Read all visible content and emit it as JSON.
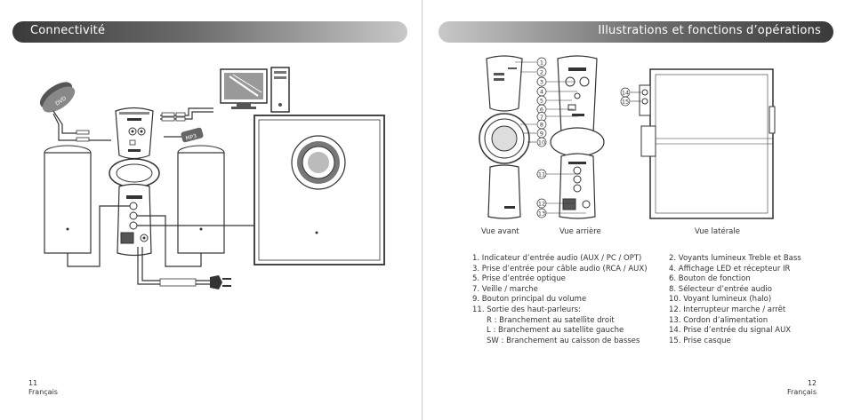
{
  "left_page": {
    "header_title": "Connectivité",
    "page_number": "11",
    "language": "Français",
    "diagram_labels": {
      "dvd": "DVD",
      "mp3": "MP3"
    }
  },
  "right_page": {
    "header_title": "Illustrations et fonctions d’opérations",
    "page_number": "12",
    "language": "Français",
    "views": {
      "front": "Vue avant",
      "rear": "Vue arrière",
      "side": "Vue latérale"
    },
    "callouts": [
      "1",
      "2",
      "3",
      "4",
      "5",
      "6",
      "7",
      "8",
      "9",
      "10",
      "11",
      "12",
      "13",
      "14",
      "15"
    ],
    "functions_left": [
      "1. Indicateur d’entrée audio (AUX / PC / OPT)",
      "3. Prise d’entrée pour câble audio (RCA / AUX)",
      "5. Prise d’entrée optique",
      "7. Veille / marche",
      "9. Bouton principal du volume",
      "11. Sortie des haut-parleurs:"
    ],
    "functions_left_sub": [
      "R : Branchement au satellite droit",
      "L : Branchement au satellite gauche",
      "SW : Branchement au caisson de basses"
    ],
    "functions_right": [
      "2. Voyants lumineux Treble et Bass",
      "4. Affichage LED et récepteur IR",
      "6. Bouton de fonction",
      "8. Sélecteur d’entrée audio",
      "10. Voyant lumineux (halo)",
      "12. Interrupteur marche / arrêt",
      "13. Cordon d’alimentation",
      "14. Prise d’entrée du signal AUX",
      "15. Prise casque"
    ]
  }
}
